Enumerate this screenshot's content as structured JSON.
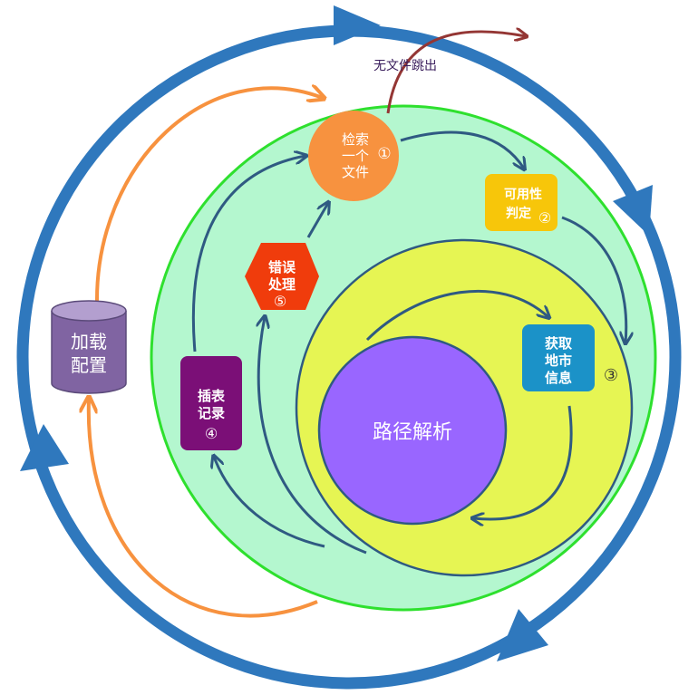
{
  "nodes": {
    "search": {
      "line1": "检索",
      "line2": "一个",
      "line3": "文件",
      "num": "①"
    },
    "usable": {
      "line1": "可用性",
      "line2": "判定",
      "num": "②"
    },
    "city": {
      "line1": "获取",
      "line2": "地市",
      "line3": "信息",
      "num": "③"
    },
    "insert": {
      "line1": "插表",
      "line2": "记录",
      "num": "④"
    },
    "error": {
      "line1": "错误",
      "line2": "处理",
      "num": "⑤"
    },
    "config": {
      "line1": "加载",
      "line2": "配置"
    },
    "parse": {
      "label": "路径解析"
    }
  },
  "exit_label": "无文件跳出",
  "colors": {
    "outer_ring": "#2f78bd",
    "green_fill": "#b4f7cf",
    "green_stroke": "#2ee02e",
    "yellow_fill": "#e6f553",
    "purple_fill": "#9966ff",
    "orange": "#f7923f",
    "usable": "#f7c60a",
    "city": "#1b92c8",
    "insert": "#7b0f77",
    "error": "#f03c0c",
    "config": "#8064a2",
    "flow_arrow": "#2f5a82",
    "exit_arrow": "#943634"
  }
}
